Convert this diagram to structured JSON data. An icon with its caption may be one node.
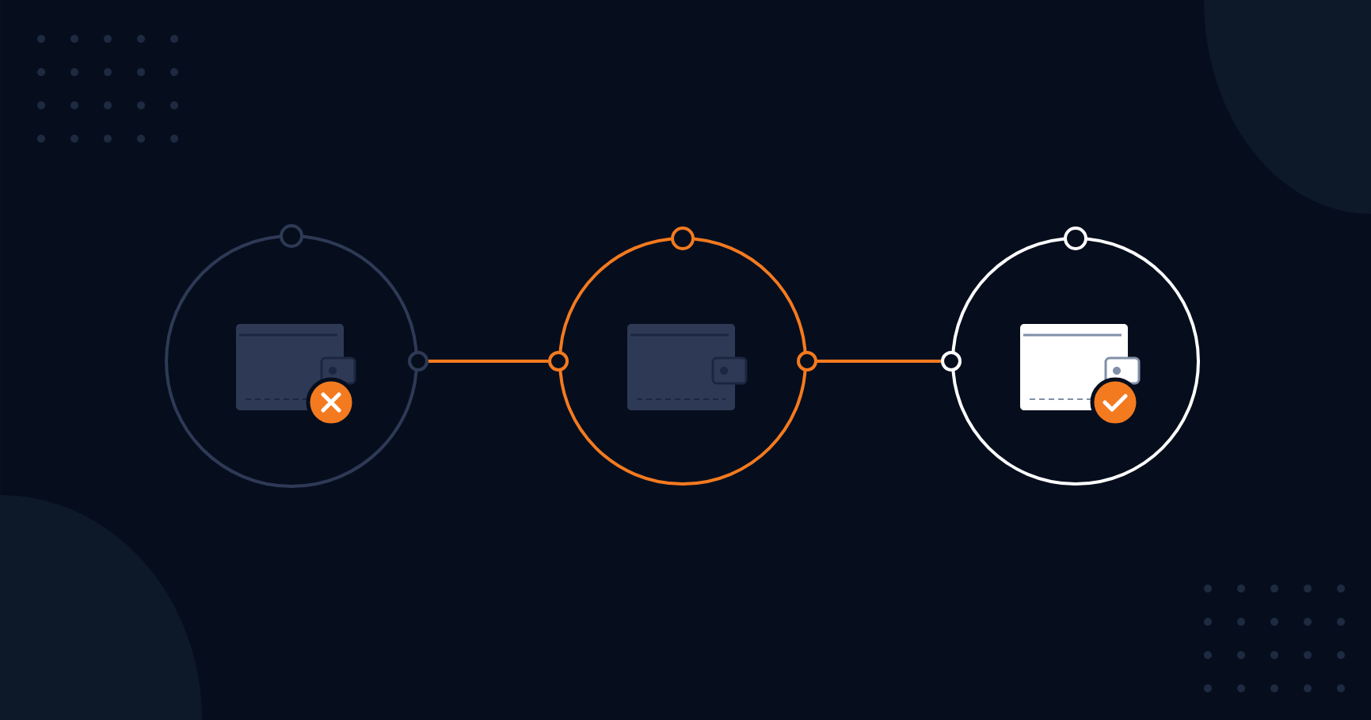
{
  "diagram": {
    "nodes": [
      {
        "text": [],
        "shape": "circle"
      },
      {
        "text": [],
        "shape": "circle"
      },
      {
        "text": [],
        "shape": "circle"
      }
    ],
    "edges": [
      {
        "from": 0,
        "to": 1,
        "arrow": "other"
      },
      {
        "from": 1,
        "to": 2,
        "arrow": "other"
      }
    ]
  }
}
